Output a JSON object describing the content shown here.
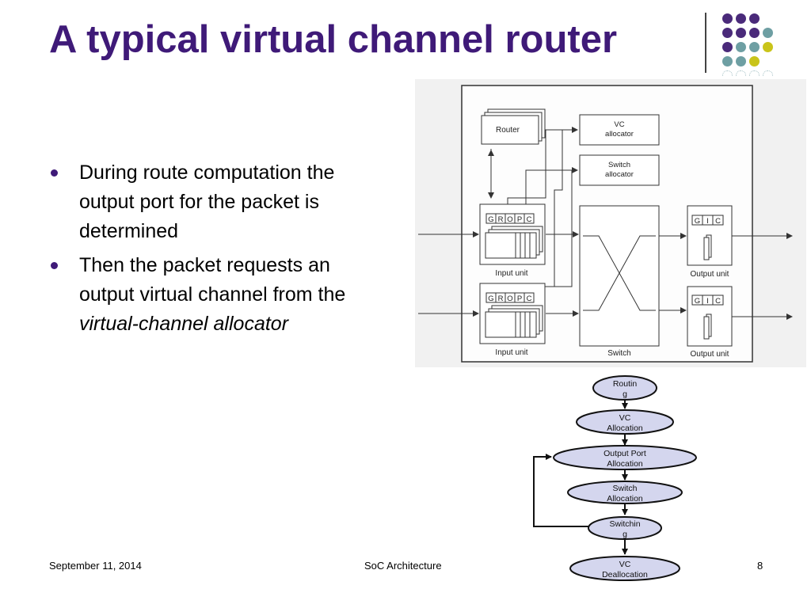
{
  "slide": {
    "title": "A typical virtual channel router",
    "bullets": [
      {
        "text": "During route computation the output port for the packet is determined"
      },
      {
        "text_plain": "Then the packet requests an output virtual channel from the ",
        "text_italic": "virtual-channel allocator"
      }
    ]
  },
  "router_diagram": {
    "router_label": "Router",
    "vc_allocator_line1": "VC",
    "vc_allocator_line2": "allocator",
    "switch_allocator_line1": "Switch",
    "switch_allocator_line2": "allocator",
    "input_fields": [
      "G",
      "R",
      "O",
      "P",
      "C"
    ],
    "output_fields": [
      "G",
      "I",
      "C"
    ],
    "input_unit_label": "Input unit",
    "output_unit_label": "Output unit",
    "switch_label": "Switch"
  },
  "pipeline": {
    "stages": [
      {
        "line1": "Routin",
        "line2": "g"
      },
      {
        "line1": "VC",
        "line2": "Allocation"
      },
      {
        "line1": "Output Port",
        "line2": "Allocation"
      },
      {
        "line1": "Switch",
        "line2": "Allocation"
      },
      {
        "line1": "Switchin",
        "line2": "g"
      },
      {
        "line1": "VC",
        "line2": "Deallocation"
      }
    ]
  },
  "footer": {
    "date": "September 11, 2014",
    "course": "SoC Architecture",
    "page": "8"
  },
  "colors": {
    "title": "#3f1a78",
    "dot_purple": "#4a2a7a",
    "dot_teal": "#6e9fa3",
    "dot_yellow": "#c9c41a",
    "stage_fill": "#d4d6ee"
  }
}
